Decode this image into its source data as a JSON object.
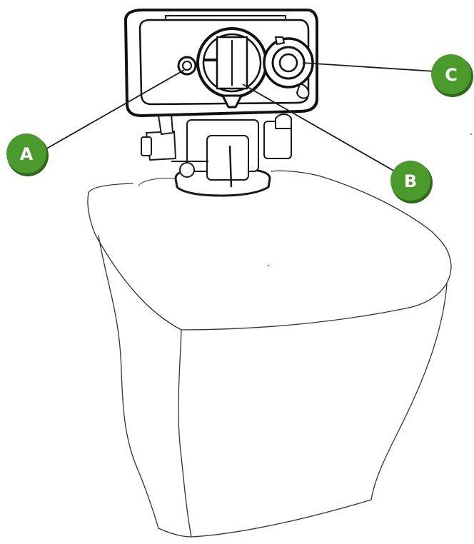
{
  "callouts": [
    {
      "id": "A",
      "label": "A",
      "target": "indicator-light"
    },
    {
      "id": "B",
      "label": "B",
      "target": "selector-dial"
    },
    {
      "id": "C",
      "label": "C",
      "target": "round-knob"
    }
  ],
  "colors": {
    "callout_fill": "#4a9a2c",
    "callout_shadow": "#2f6a1a",
    "callout_text": "#ffffff",
    "line": "#1a1a1a",
    "outline": "#222222"
  }
}
